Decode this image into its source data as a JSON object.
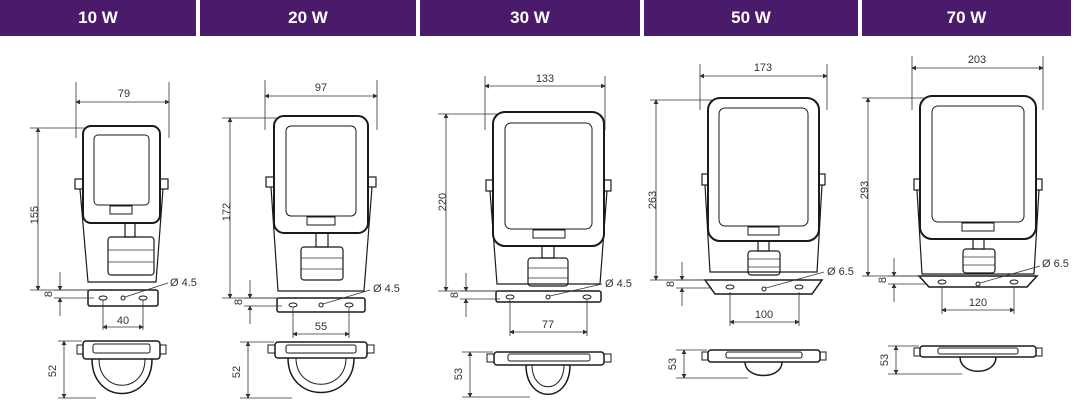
{
  "header": {
    "cells": [
      {
        "label": "10 W"
      },
      {
        "label": "20 W"
      },
      {
        "label": "30 W"
      },
      {
        "label": "50 W"
      },
      {
        "label": "70 W"
      }
    ]
  },
  "colors": {
    "header_bg": "#4b1b6b",
    "header_text": "#ffffff",
    "line": "#1a1a1a"
  },
  "models": [
    {
      "width": "79",
      "height": "155",
      "offset": "8",
      "hole": "Ø 4.5",
      "spacing": "40",
      "depth": "52"
    },
    {
      "width": "97",
      "height": "172",
      "offset": "8",
      "hole": "Ø 4.5",
      "spacing": "55",
      "depth": "52"
    },
    {
      "width": "133",
      "height": "220",
      "offset": "8",
      "hole": "Ø 4.5",
      "spacing": "77",
      "depth": "53"
    },
    {
      "width": "173",
      "height": "263",
      "offset": "8",
      "hole": "Ø 6.5",
      "spacing": "100",
      "depth": "53"
    },
    {
      "width": "203",
      "height": "293",
      "offset": "8",
      "hole": "Ø 6.5",
      "spacing": "120",
      "depth": "53"
    }
  ]
}
